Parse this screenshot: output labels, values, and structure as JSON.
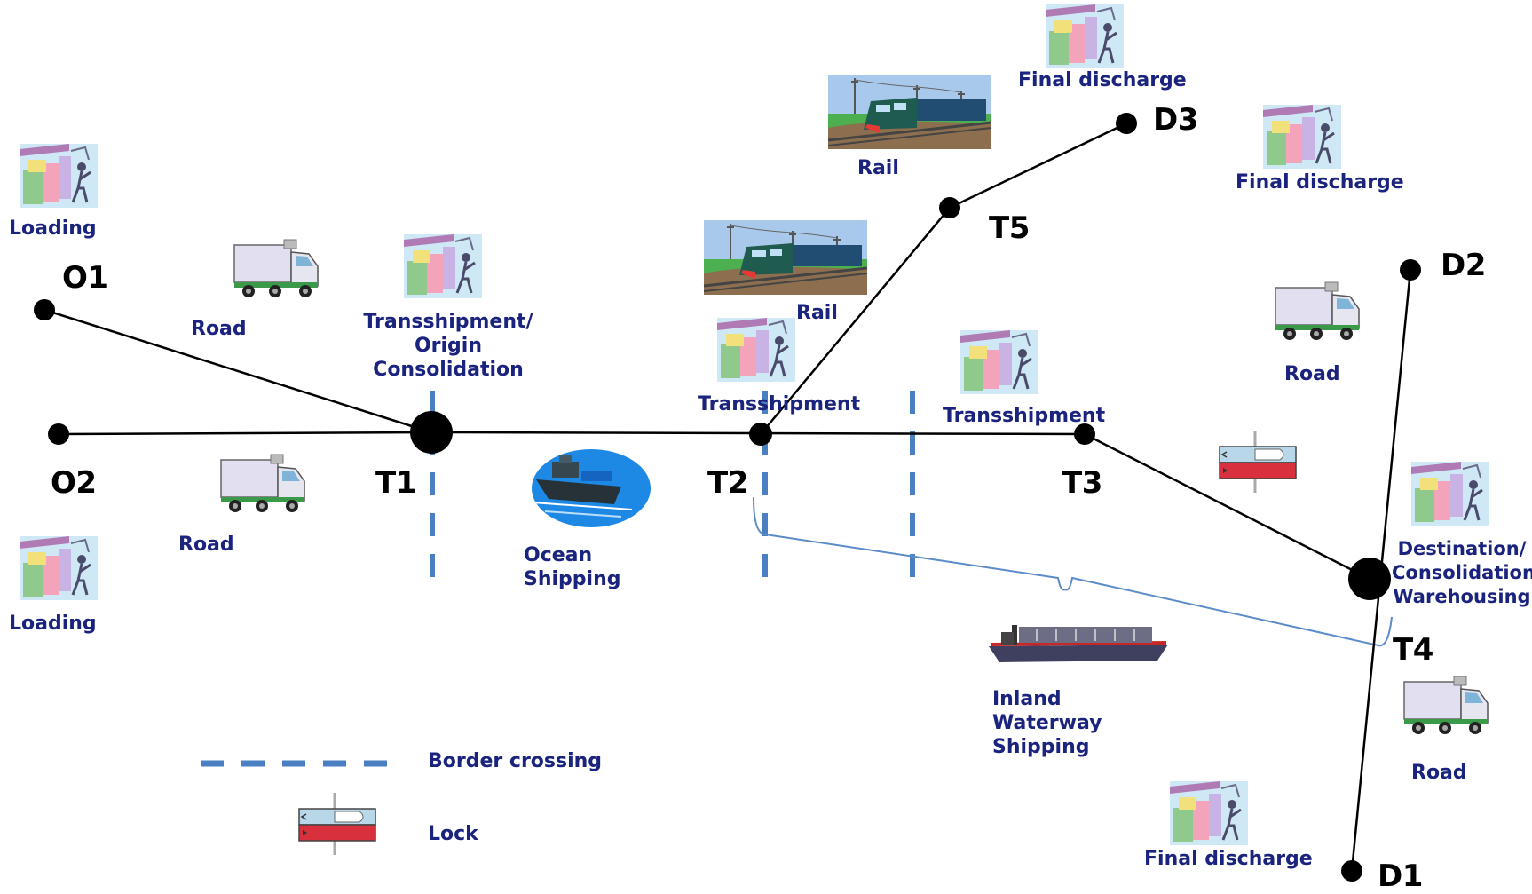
{
  "nodes": {
    "O1": "O1",
    "O2": "O2",
    "T1": "T1",
    "T2": "T2",
    "T3": "T3",
    "T4": "T4",
    "T5": "T5",
    "D1": "D1",
    "D2": "D2",
    "D3": "D3"
  },
  "captions": {
    "loading_top": "Loading",
    "loading_bottom": "Loading",
    "road_o1": "Road",
    "road_o2": "Road",
    "transshipment_origin": [
      "Transshipment/",
      "Origin",
      "Consolidation"
    ],
    "ocean_shipping": [
      "Ocean",
      "Shipping"
    ],
    "rail_top": "Rail",
    "rail_mid": "Rail",
    "transshipment_t2": "Transshipment",
    "transshipment_t3": "Transshipment",
    "final_discharge_d3": "Final discharge",
    "final_discharge_d2": "Final discharge",
    "final_discharge_d1": "Final discharge",
    "road_d2": "Road",
    "road_d1": "Road",
    "destination": [
      "Destination/",
      "Consolidation",
      "Warehousing"
    ],
    "inland_waterway": [
      "Inland",
      "Waterway",
      "Shipping"
    ]
  },
  "legend": {
    "border_crossing": "Border crossing",
    "lock": "Lock"
  },
  "colors": {
    "label_text": "#1a237e",
    "border_dash": "#4a7fc1",
    "bracket": "#5b8bc9",
    "route_line": "#000000",
    "lock_red": "#d9303e",
    "lock_blue": "#b8d8ea"
  },
  "icons": {
    "warehouse": "warehouse-icon",
    "truck": "truck-icon",
    "train": "train-icon",
    "ship": "ship-icon",
    "barge": "barge-icon",
    "lock": "lock-icon"
  }
}
